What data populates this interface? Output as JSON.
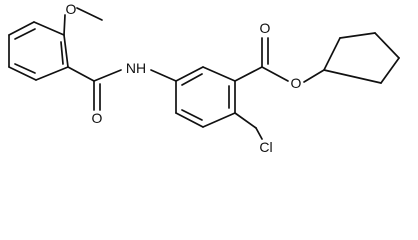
{
  "molecule": {
    "atom_labels": {
      "methoxy_o": "O",
      "amide_o": "O",
      "nh": "NH",
      "ester_o_carbonyl": "O",
      "ester_o_link": "O",
      "cl": "Cl"
    },
    "colors": {
      "bond": "#111111",
      "background": "#ffffff"
    }
  }
}
